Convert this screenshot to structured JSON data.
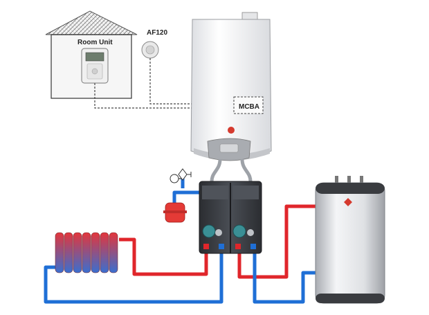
{
  "labels": {
    "room_unit": "Room Unit",
    "sensor": "AF120",
    "control_box": "MCBA"
  },
  "colors": {
    "flow_pipe": "#e0262b",
    "return_pipe": "#1f6fd6",
    "signal_line": "#444444",
    "boiler_body": "#f2f3f5",
    "manifold": "#3a3d42",
    "expansion_vessel": "#e43a36",
    "cylinder": "#d4d6da"
  },
  "icons": {
    "boiler": "wall-boiler-icon",
    "room_unit": "thermostat-icon",
    "sensor": "outdoor-sensor-icon",
    "radiator": "radiator-icon",
    "cylinder": "hot-water-cylinder-icon",
    "vessel": "expansion-vessel-icon",
    "valve": "safety-valve-icon"
  }
}
